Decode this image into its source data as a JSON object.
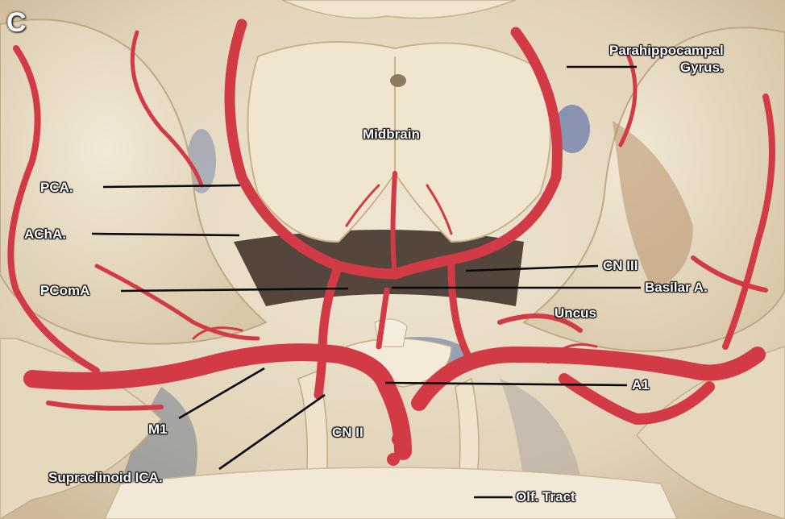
{
  "figure": {
    "panel_letter": "C",
    "labels": {
      "parahippocampal": "Parahippocampal\nGyrus.",
      "midbrain": "Midbrain",
      "pca": "PCA.",
      "acha": "AChA.",
      "pcoma": "PComA",
      "cn3": "CN III",
      "basilar": "Basilar A.",
      "uncus": "Uncus",
      "a1": "A1",
      "m1": "M1",
      "cn2": "CN II",
      "supraclinoid": "Supraclinoid ICA.",
      "olf": "Olf. Tract"
    }
  },
  "colors": {
    "tissue": "#e8dcc4",
    "artery": "#d23a45",
    "label_text": "#ffffff",
    "leader_line": "#0a0a0a"
  }
}
